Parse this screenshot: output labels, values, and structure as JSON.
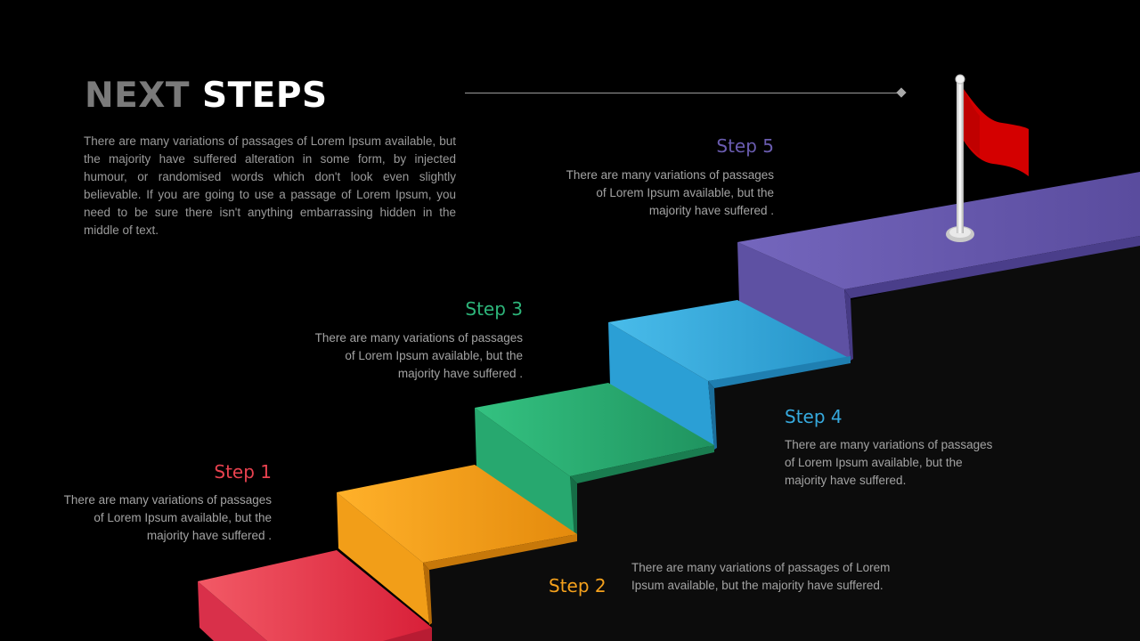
{
  "header": {
    "title_word1": "NEXT",
    "title_word2": "STEPS",
    "intro": "There are many variations of passages of Lorem Ipsum available, but the majority have suffered alteration in some form, by injected humour, or randomised words which don't look even slightly believable. If you are going to use a passage of Lorem Ipsum, you need to be sure there isn't anything embarrassing hidden in the middle of text."
  },
  "steps": [
    {
      "title": "Step 1",
      "text": "There are many variations of passages of Lorem Ipsum available, but the majority have suffered .",
      "color": "#e8424f"
    },
    {
      "title": "Step 2",
      "text": "There are many variations of passages of Lorem Ipsum available, but the majority have suffered.",
      "color": "#f5a11c"
    },
    {
      "title": "Step 3",
      "text": "There are many variations of passages of Lorem Ipsum available, but the majority have suffered .",
      "color": "#2db57a"
    },
    {
      "title": "Step 4",
      "text": "There are many variations of passages of Lorem Ipsum available, but the majority have suffered.",
      "color": "#36a9dd"
    },
    {
      "title": "Step 5",
      "text": "There are many variations of passages of Lorem Ipsum available, but the majority have suffered .",
      "color": "#6a5cb0"
    }
  ],
  "flag": {
    "color": "#d40000",
    "pole_color": "#e8e8e8"
  }
}
